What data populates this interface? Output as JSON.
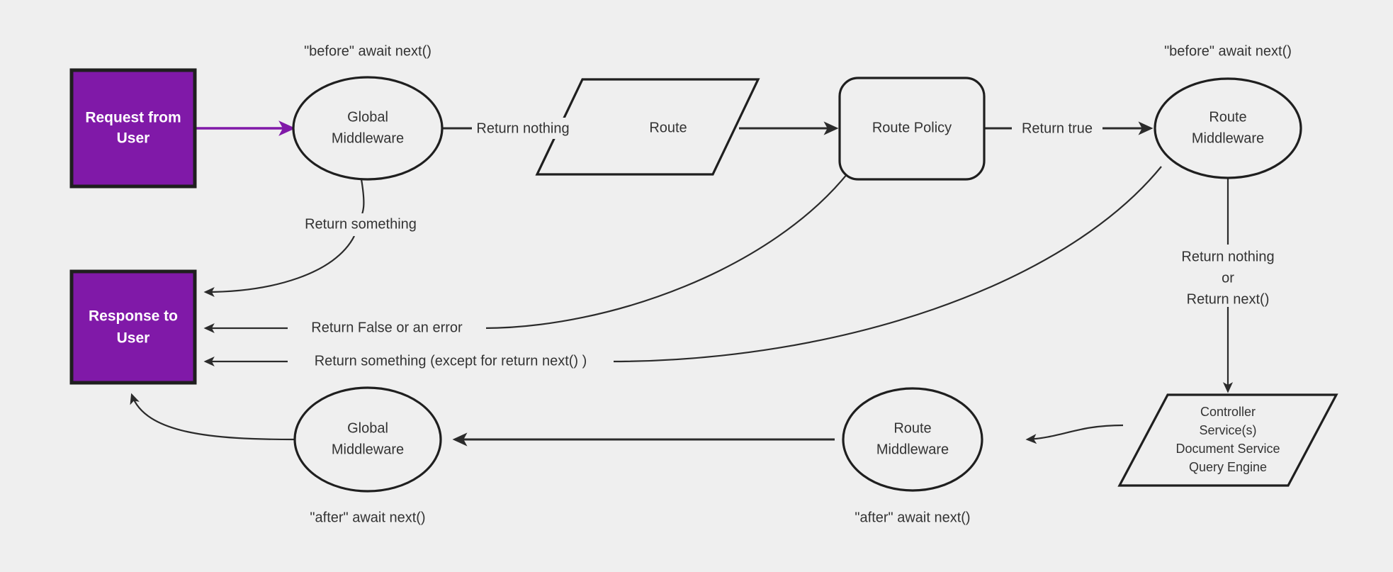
{
  "diagram": {
    "title": "Request lifecycle middleware flow",
    "background_color": "#efefef",
    "accent_color": "#8019a8",
    "stroke_color": "#2b2b2b",
    "text_color": "#333333"
  },
  "nodes": {
    "request": {
      "label_line1": "Request from",
      "label_line2": "User",
      "shape": "rectangle"
    },
    "response": {
      "label_line1": "Response to",
      "label_line2": "User",
      "shape": "rectangle"
    },
    "global_mw_top": {
      "label_line1": "Global",
      "label_line2": "Middleware",
      "shape": "ellipse"
    },
    "route": {
      "label": "Route",
      "shape": "parallelogram"
    },
    "route_policy": {
      "label": "Route Policy",
      "shape": "rounded-rectangle"
    },
    "route_mw_top": {
      "label_line1": "Route",
      "label_line2": "Middleware",
      "shape": "ellipse"
    },
    "controller": {
      "line1": "Controller",
      "line2": "Service(s)",
      "line3": "Document Service",
      "line4": "Query Engine",
      "shape": "parallelogram"
    },
    "route_mw_bottom": {
      "label_line1": "Route",
      "label_line2": "Middleware",
      "shape": "ellipse"
    },
    "global_mw_bottom": {
      "label_line1": "Global",
      "label_line2": "Middleware",
      "shape": "ellipse"
    }
  },
  "annotations": {
    "before_global": "\"before\" await next()",
    "before_route_mw": "\"before\" await next()",
    "after_global": "\"after\" await next()",
    "after_route_mw": "\"after\" await next()"
  },
  "edge_labels": {
    "request_to_global": "",
    "global_to_route": "Return nothing",
    "policy_to_route_mw": "Return true",
    "global_return_something": "Return something",
    "policy_return_false": "Return False or an error",
    "route_mw_return_something": "Return something (except for return next() )",
    "route_mw_down_line1": "Return nothing",
    "route_mw_down_line2": "or",
    "route_mw_down_line3": "Return next()"
  }
}
